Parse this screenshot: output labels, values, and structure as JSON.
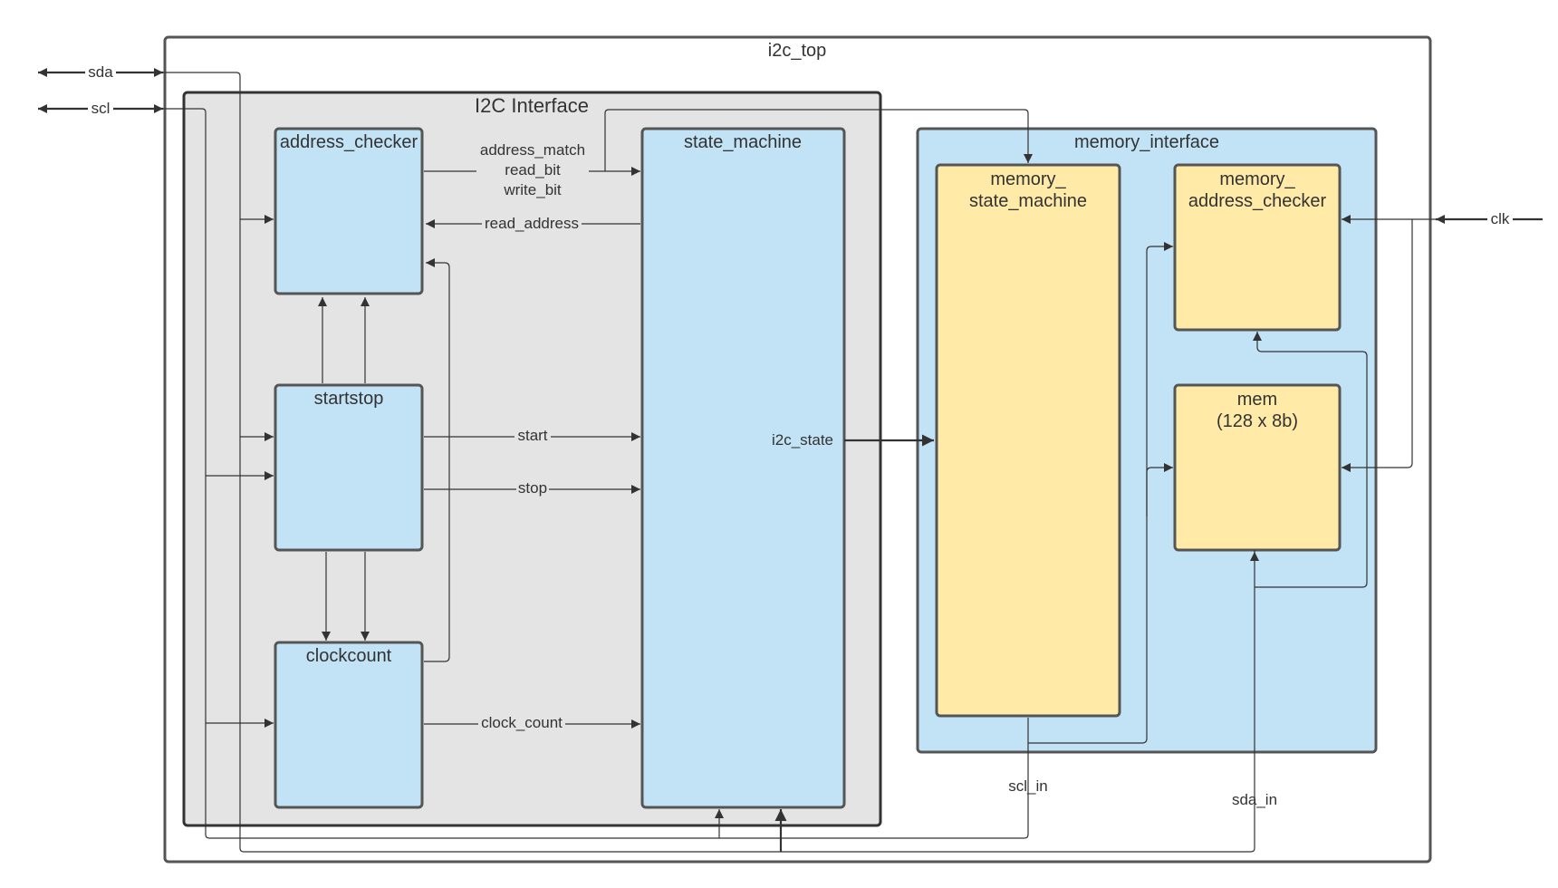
{
  "top_title": "i2c_top",
  "i2c_group_title": "I2C Interface",
  "mem_group_title": "memory_interface",
  "blocks": {
    "address_checker": "address_checker",
    "startstop": "startstop",
    "clockcount": "clockcount",
    "state_machine": "state_machine",
    "memory_state_machine_l1": "memory_",
    "memory_state_machine_l2": "state_machine",
    "memory_address_checker_l1": "memory_",
    "memory_address_checker_l2": "address_checker",
    "mem_l1": "mem",
    "mem_l2": "(128 x 8b)"
  },
  "signals": {
    "sda": "sda",
    "scl": "scl",
    "clk": "clk",
    "address_match": "address_match",
    "read_bit": "read_bit",
    "write_bit": "write_bit",
    "read_address": "read_address",
    "start": "start",
    "stop": "stop",
    "clock_count": "clock_count",
    "i2c_state": "i2c_state",
    "scl_in": "scl_in",
    "sda_in": "sda_in"
  },
  "colors": {
    "block_blue": "#c2e3f5",
    "block_yellow": "#ffeaa8",
    "group_gray": "#e4e4e4",
    "line": "#333333"
  }
}
